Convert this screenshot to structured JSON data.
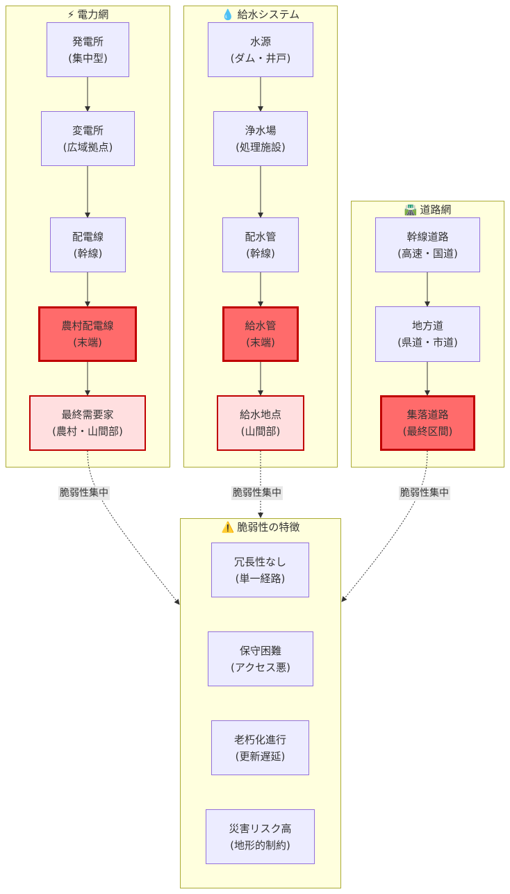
{
  "clusters": {
    "power": {
      "icon": "⚡",
      "title": "電力網"
    },
    "water": {
      "icon": "💧",
      "title": "給水システム"
    },
    "road": {
      "icon": "🛣️",
      "title": "道路網"
    },
    "vuln": {
      "icon": "⚠️",
      "title": "脆弱性の特徴"
    }
  },
  "nodes": {
    "p1": {
      "line1": "発電所",
      "line2": "(集中型)"
    },
    "p2": {
      "line1": "変電所",
      "line2": "(広域拠点)"
    },
    "p3": {
      "line1": "配電線",
      "line2": "(幹線)"
    },
    "p4": {
      "line1": "農村配電線",
      "line2": "(末端)"
    },
    "p5": {
      "line1": "最終需要家",
      "line2": "(農村・山間部)"
    },
    "w1": {
      "line1": "水源",
      "line2": "(ダム・井戸)"
    },
    "w2": {
      "line1": "浄水場",
      "line2": "(処理施設)"
    },
    "w3": {
      "line1": "配水管",
      "line2": "(幹線)"
    },
    "w4": {
      "line1": "給水管",
      "line2": "(末端)"
    },
    "w5": {
      "line1": "給水地点",
      "line2": "(山間部)"
    },
    "r1": {
      "line1": "幹線道路",
      "line2": "(高速・国道)"
    },
    "r2": {
      "line1": "地方道",
      "line2": "(県道・市道)"
    },
    "r3": {
      "line1": "集落道路",
      "line2": "(最終区間)"
    },
    "v1": {
      "line1": "冗長性なし",
      "line2": "(単一経路)"
    },
    "v2": {
      "line1": "保守困難",
      "line2": "(アクセス悪)"
    },
    "v3": {
      "line1": "老朽化進行",
      "line2": "(更新遅延)"
    },
    "v4": {
      "line1": "災害リスク高",
      "line2": "(地形的制約)"
    }
  },
  "edge_labels": {
    "power_to_vuln": "脆弱性集中",
    "water_to_vuln": "脆弱性集中",
    "road_to_vuln": "脆弱性集中"
  }
}
